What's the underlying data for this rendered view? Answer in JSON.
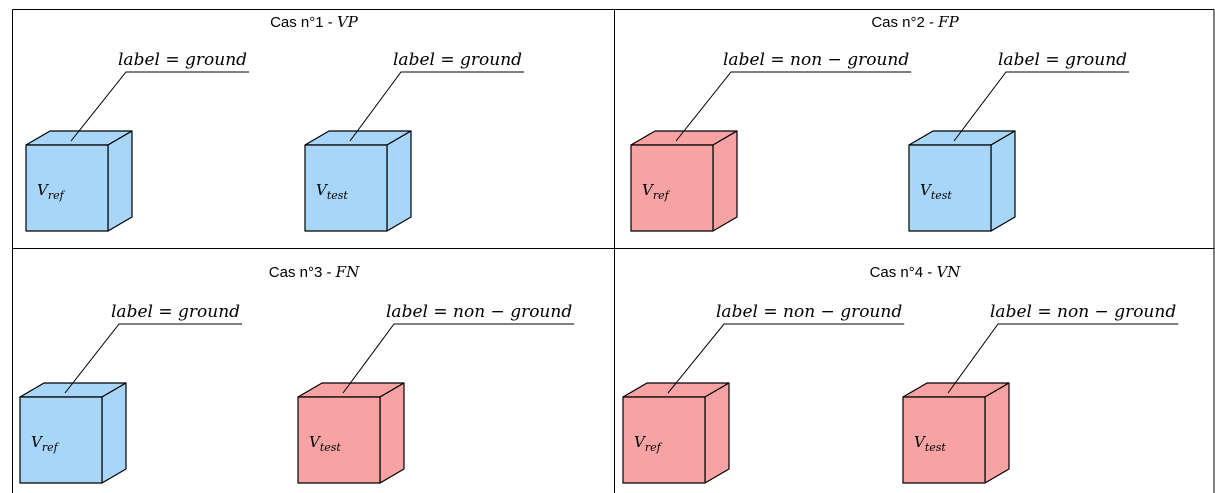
{
  "colors": {
    "ground": {
      "front": "#a8d6f8",
      "top": "#a8d6f8",
      "side": "#a8d6f8"
    },
    "non_ground": {
      "front": "#f8a3a3",
      "top": "#f8a3a3",
      "side": "#f8a3a3"
    },
    "border": "#000000"
  },
  "cases": [
    {
      "title_prefix": "Cas n°1 - ",
      "title_code": "VP",
      "ref": {
        "label_text": "label = ground",
        "kind": "ground",
        "name": "V",
        "sub": "ref"
      },
      "test": {
        "label_text": "label = ground",
        "kind": "ground",
        "name": "V",
        "sub": "test"
      }
    },
    {
      "title_prefix": "Cas n°2 - ",
      "title_code": "FP",
      "ref": {
        "label_text": "label = non − ground",
        "kind": "non_ground",
        "name": "V",
        "sub": "ref"
      },
      "test": {
        "label_text": "label = ground",
        "kind": "ground",
        "name": "V",
        "sub": "test"
      }
    },
    {
      "title_prefix": "Cas n°3 - ",
      "title_code": "FN",
      "ref": {
        "label_text": "label = ground",
        "kind": "ground",
        "name": "V",
        "sub": "ref"
      },
      "test": {
        "label_text": "label = non − ground",
        "kind": "non_ground",
        "name": "V",
        "sub": "test"
      }
    },
    {
      "title_prefix": "Cas n°4 - ",
      "title_code": "VN",
      "ref": {
        "label_text": "label = non − ground",
        "kind": "non_ground",
        "name": "V",
        "sub": "ref"
      },
      "test": {
        "label_text": "label = non − ground",
        "kind": "non_ground",
        "name": "V",
        "sub": "test"
      }
    }
  ]
}
